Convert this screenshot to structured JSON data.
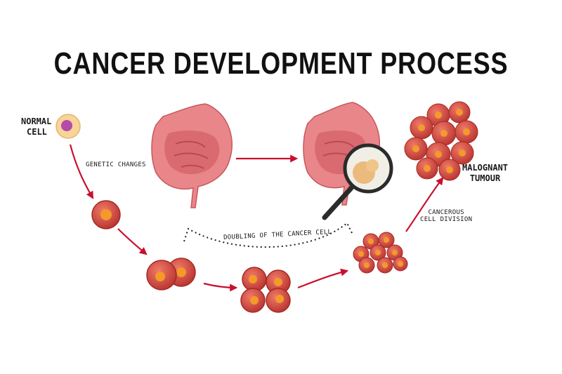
{
  "title": "CANCER DEVELOPMENT PROCESS",
  "labels": {
    "normal_cell_line1": "NORMAL",
    "normal_cell_line2": "CELL",
    "genetic_changes": "GENETIC CHANGES",
    "doubling": "DOUBLING OF THE CANCER CELL",
    "cancerous_line1": "CANCEROUS",
    "cancerous_line2": "CELL DIVISION",
    "malignant_line1": "MALOGNANT",
    "malignant_line2": "TUMOUR"
  },
  "colors": {
    "arrow": "#c8102e",
    "cell_outer": "#c8413c",
    "cell_inner": "#e25d4e",
    "nucleus": "#f39a2a",
    "intestine": "#e8868a",
    "intestine_dark": "#c9575c",
    "normal_cell_outer": "#f6d49a",
    "normal_cell_nucleus": "#b54aa8"
  }
}
